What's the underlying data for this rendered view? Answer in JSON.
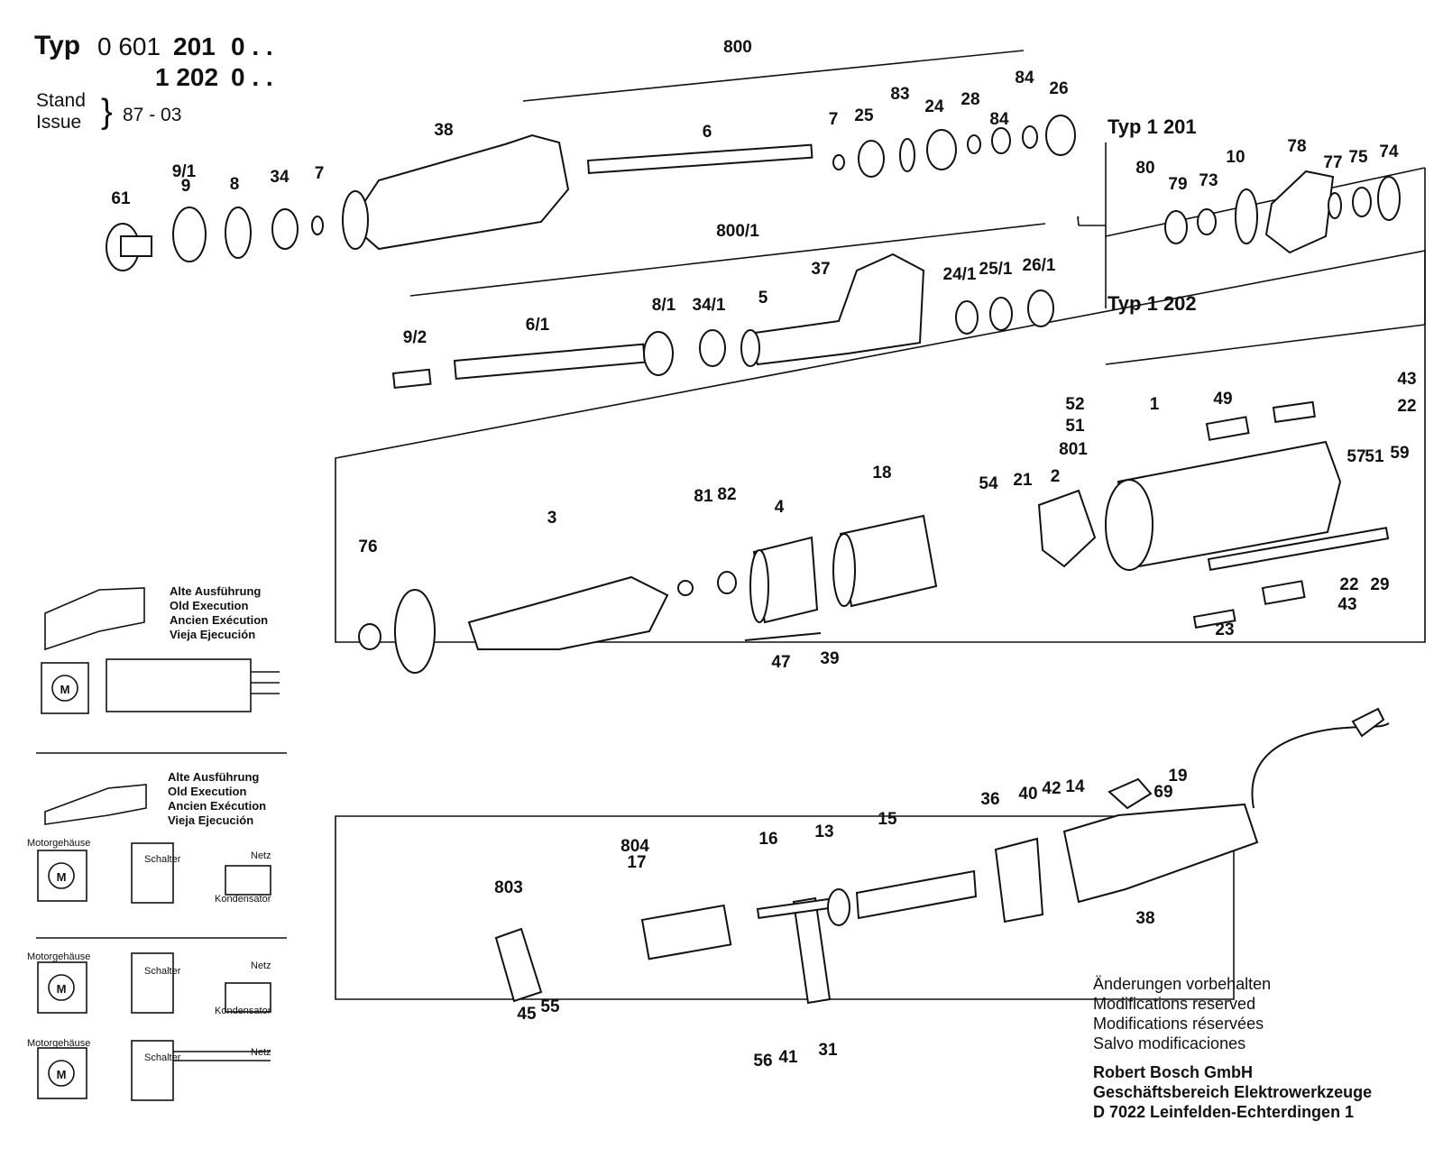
{
  "header": {
    "typ_word": "Typ",
    "type_line1_prefix": "0 601",
    "type_line1_bold": "201",
    "type_line1_suffix": "0 . .",
    "type_line2_bold": "1 202",
    "type_line2_suffix": "0 . .",
    "stand": "Stand",
    "issue": "Issue",
    "date": "87 - 03"
  },
  "variants": {
    "typ_1201": "Typ 1 201",
    "typ_1202": "Typ 1 202"
  },
  "wiring_notes": {
    "old_execution": [
      "Alte Ausführung",
      "Old Execution",
      "Ancien Exécution",
      "Vieja Ejecución"
    ],
    "motorgehaeuse": "Motorgehäuse",
    "schalter": "Schalter",
    "netz": "Netz",
    "kondensator": "Kondensator",
    "motor_symbol": "M"
  },
  "footer": {
    "modifications": [
      "Änderungen vorbehalten",
      "Modifications reserved",
      "Modifications réservées",
      "Salvo modificaciones"
    ],
    "company": [
      "Robert Bosch GmbH",
      "Geschäftsbereich Elektrowerkzeuge",
      "D 7022 Leinfelden-Echterdingen 1"
    ]
  },
  "part_labels": [
    "800",
    "38",
    "6",
    "7",
    "25",
    "83",
    "24",
    "28",
    "84",
    "84",
    "26",
    "61",
    "9/1",
    "9",
    "8",
    "34",
    "7",
    "800/1",
    "37",
    "24/1",
    "25/1",
    "26/1",
    "9/2",
    "6/1",
    "8/1",
    "34/1",
    "5",
    "80",
    "79",
    "73",
    "10",
    "78",
    "77",
    "75",
    "74",
    "43",
    "22",
    "52",
    "51",
    "801",
    "1",
    "49",
    "54",
    "21",
    "2",
    "57",
    "51",
    "59",
    "22",
    "29",
    "43",
    "23",
    "76",
    "3",
    "81",
    "82",
    "4",
    "18",
    "47",
    "39",
    "19",
    "69",
    "40",
    "42",
    "14",
    "36",
    "15",
    "13",
    "16",
    "804",
    "17",
    "803",
    "38",
    "45",
    "55",
    "56",
    "41",
    "31"
  ]
}
